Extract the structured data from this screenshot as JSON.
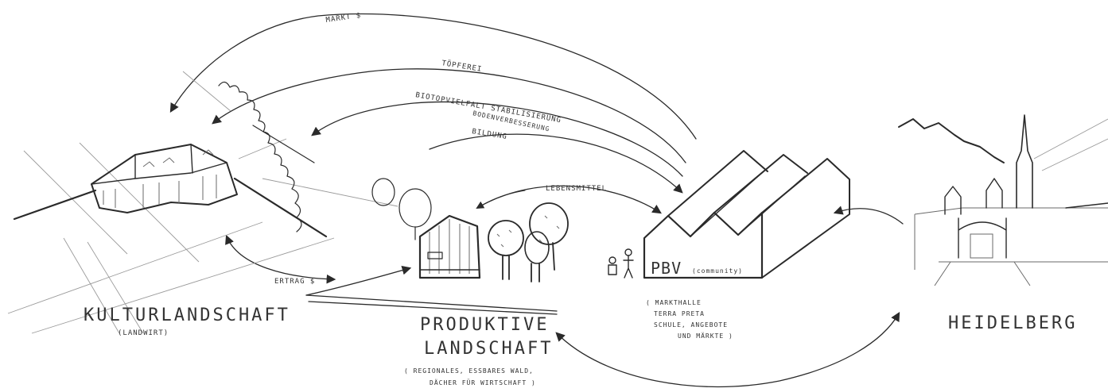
{
  "nodes": {
    "kulturlandschaft": {
      "title": "KULTURLANDSCHAFT",
      "subtitle": "(LANDWIRT)"
    },
    "produktive": {
      "title_line1": "PRODUKTIVE",
      "title_line2": "LANDSCHAFT",
      "note_line1": "( REGIONALES, ESSBARES WALD,",
      "note_line2": "DÄCHER FÜR WIRTSCHAFT )"
    },
    "pbv": {
      "label": "PBV",
      "label_small": "(community)",
      "note_line1": "( MARKTHALLE",
      "note_line2": "TERRA PRETA",
      "note_line3": "SCHULE, ANGEBOTE",
      "note_line4": "UND MÄRKTE )"
    },
    "heidelberg": {
      "title": "HEIDELBERG"
    }
  },
  "flows": {
    "markt": "MARKT $",
    "toepferei": "TÖPFEREI",
    "biotopvielfalt": "BIOTOPVIELFALT STABILISIERUNG",
    "bodenverbesserung": "BODENVERBESSERUNG",
    "bildung": "BILDUNG",
    "lebensmittel": "LEBENSMITTEL",
    "ertrag": "ERTRAG $"
  }
}
